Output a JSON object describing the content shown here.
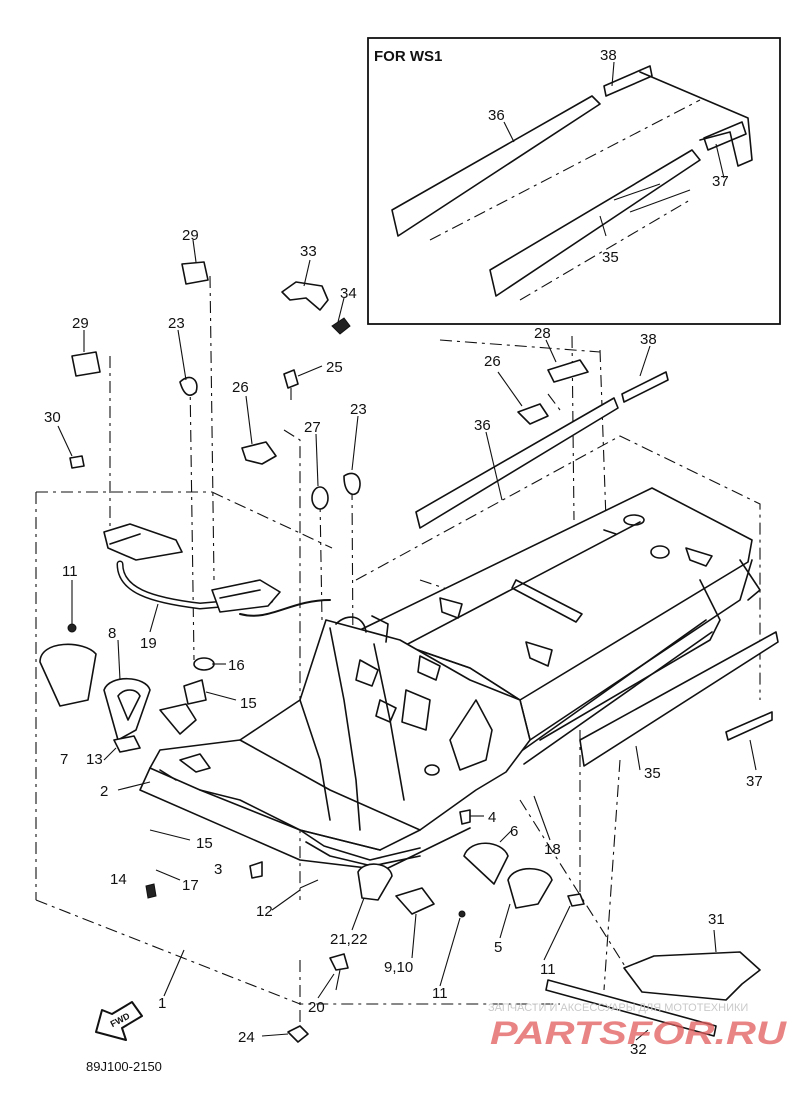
{
  "inset": {
    "title": "FOR WS1",
    "labels": [
      "38",
      "36",
      "37",
      "35"
    ]
  },
  "labels": {
    "n29a": "29",
    "n29b": "29",
    "n23a": "23",
    "n23b": "23",
    "n33": "33",
    "n34": "34",
    "n25": "25",
    "n26a": "26",
    "n26b": "26",
    "n27": "27",
    "n28": "28",
    "n38": "38",
    "n36": "36",
    "n30": "30",
    "n11a": "11",
    "n11b": "11",
    "n11c": "11",
    "n8": "8",
    "n19": "19",
    "n16": "16",
    "n15a": "15",
    "n15b": "15",
    "n7": "7",
    "n13": "13",
    "n2": "2",
    "n3": "3",
    "n14": "14",
    "n17": "17",
    "n12": "12",
    "n4": "4",
    "n6": "6",
    "n18": "18",
    "n35": "35",
    "n37": "37",
    "n2122": "21,22",
    "n910": "9,10",
    "n5": "5",
    "n31": "31",
    "n1": "1",
    "n20": "20",
    "n24": "24",
    "n32": "32"
  },
  "fwd_label": "FWD",
  "diagram_code": "89J100-2150",
  "watermark": {
    "line1": "ЗАПЧАСТИ И АКСЕССУАРЫ ДЛЯ МОТОТЕХНИКИ",
    "logo": "PARTSFOR.RU"
  },
  "icons": {
    "fwd": "fwd-arrow-icon"
  }
}
